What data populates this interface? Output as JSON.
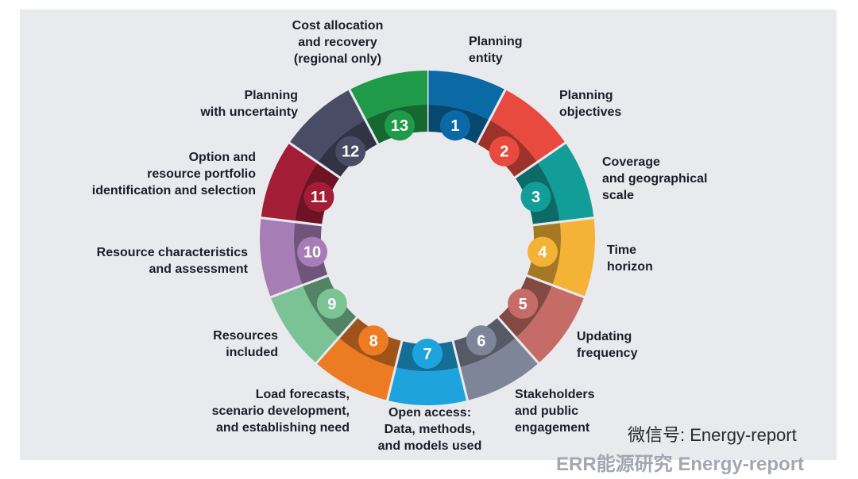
{
  "segments": [
    {
      "num": "1",
      "label": "Planning\nentity",
      "color": "#0b6aa6"
    },
    {
      "num": "2",
      "label": "Planning\nobjectives",
      "color": "#e84a3f"
    },
    {
      "num": "3",
      "label": "Coverage\nand geographical\nscale",
      "color": "#139d98"
    },
    {
      "num": "4",
      "label": "Time\nhorizon",
      "color": "#f4b236"
    },
    {
      "num": "5",
      "label": "Updating\nfrequency",
      "color": "#c46c65"
    },
    {
      "num": "6",
      "label": "Stakeholders\nand public\nengagement",
      "color": "#7e8599"
    },
    {
      "num": "7",
      "label": "Open access:\nData, methods,\nand models used",
      "color": "#1fa3dd"
    },
    {
      "num": "8",
      "label": "Load forecasts,\nscenario development,\nand establishing need",
      "color": "#ec7b24"
    },
    {
      "num": "9",
      "label": "Resources\nincluded",
      "color": "#7bc295"
    },
    {
      "num": "10",
      "label": "Resource characteristics\nand assessment",
      "color": "#a77db6"
    },
    {
      "num": "11",
      "label": "Option and\nresource portfolio\nidentification and selection",
      "color": "#a21d35"
    },
    {
      "num": "12",
      "label": "Planning\nwith uncertainty",
      "color": "#4a4c66"
    },
    {
      "num": "13",
      "label": "Cost allocation\nand recovery\n(regional only)",
      "color": "#1f9a48"
    }
  ],
  "watermark": {
    "text": "微信号: Energy-report",
    "overlay": "ERR能源研究 Energy-report"
  }
}
